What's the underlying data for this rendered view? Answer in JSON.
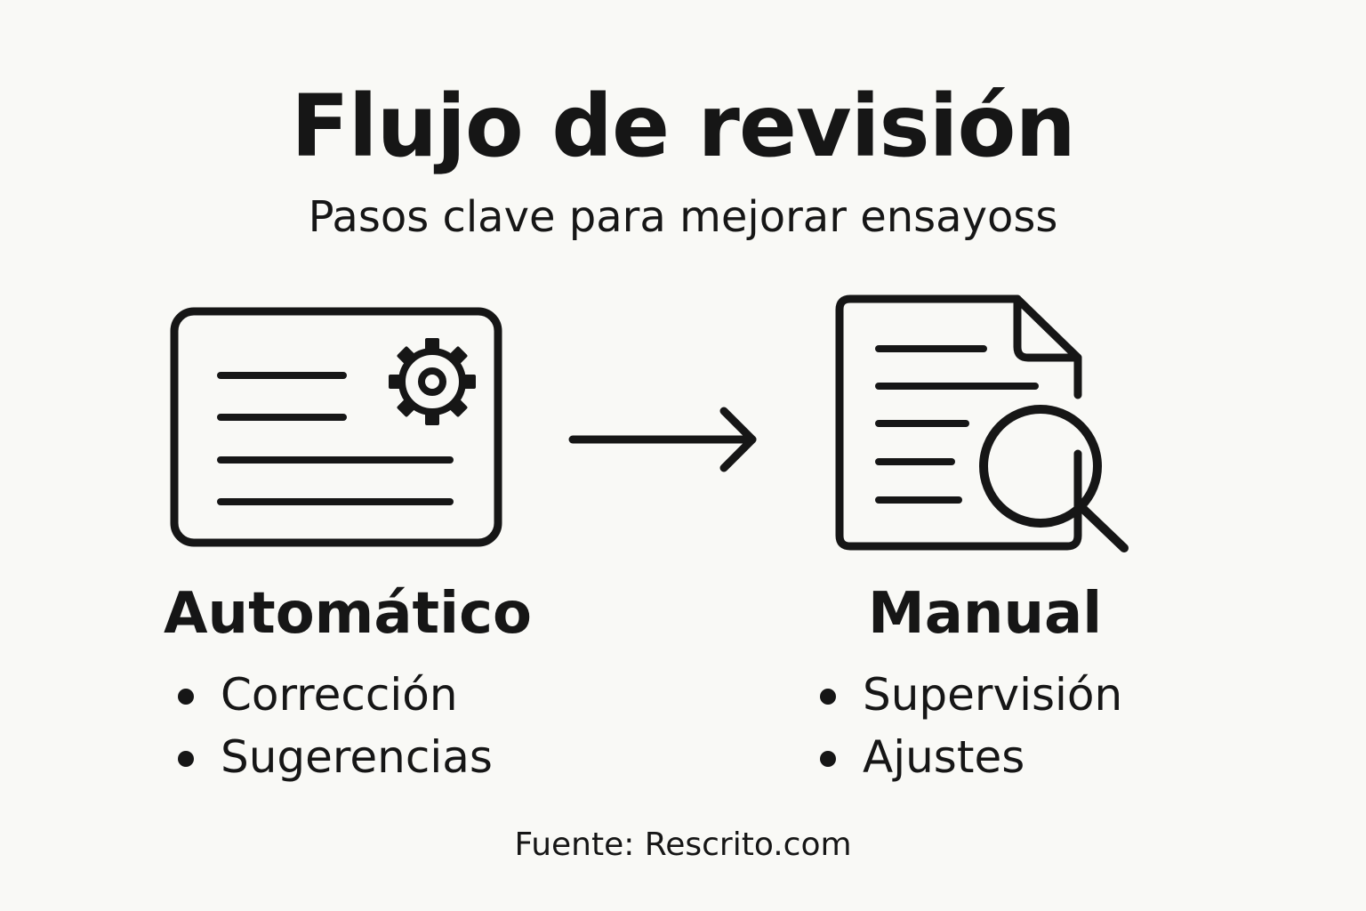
{
  "header": {
    "title": "Flujo de revisión",
    "subtitle": "Pasos clave para mejorar ensayoss"
  },
  "steps": [
    {
      "title": "Automático",
      "icon": "automated-document-gear-icon",
      "items": [
        "Corrección",
        "Sugerencias"
      ]
    },
    {
      "title": "Manual",
      "icon": "document-magnifier-icon",
      "items": [
        "Supervisión",
        "Ajustes"
      ]
    }
  ],
  "connector": {
    "icon": "right-arrow-icon"
  },
  "footer": {
    "source": "Fuente: Rescrito.com"
  },
  "colors": {
    "background": "#f9f9f6",
    "ink": "#161616"
  }
}
